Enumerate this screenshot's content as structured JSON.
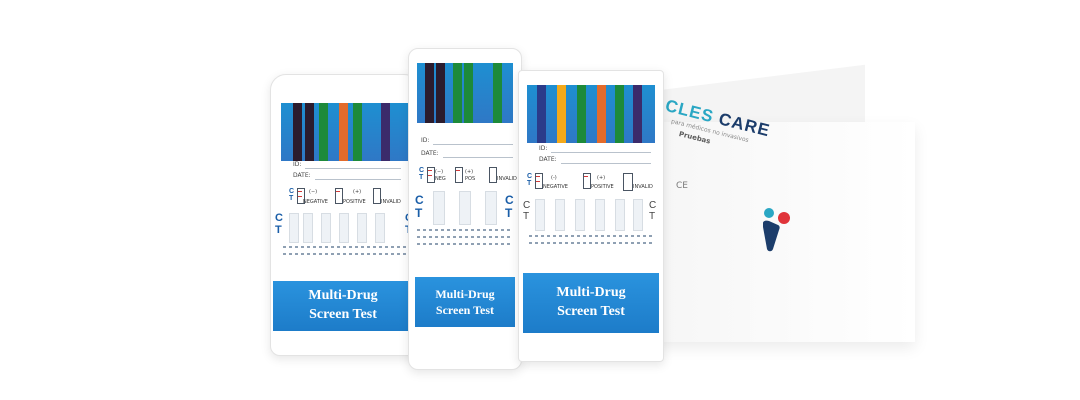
{
  "box": {
    "brand_part1": "CLES",
    "brand_part2": " CARE",
    "subline": "para médicos no invasivos",
    "bold_line": "Pruebas",
    "ce_mark": "CE"
  },
  "cups": [
    {
      "banner_line1": "Multi-Drug",
      "banner_line2": "Screen Test",
      "id_label": "ID:",
      "date_label": "DATE:",
      "negative": "NEGATIVE",
      "positive": "POSITIVE",
      "invalid": "INVALID",
      "neg_sign": "(−)",
      "pos_sign": "(+)",
      "c_label": "C",
      "t_label": "T"
    },
    {
      "banner_line1": "Multi-Drug",
      "banner_line2": "Screen Test",
      "id_label": "ID:",
      "date_label": "DATE:",
      "negative": "NEG",
      "positive": "POS",
      "invalid": "INVALID",
      "neg_sign": "(−)",
      "pos_sign": "(+)",
      "c_label": "C",
      "t_label": "T"
    },
    {
      "banner_line1": "Multi-Drug",
      "banner_line2": "Screen Test",
      "id_label": "ID:",
      "date_label": "DATE:",
      "negative": "NEGATIVE",
      "positive": "POSITIVE",
      "invalid": "INVALID",
      "neg_sign": "(-)",
      "pos_sign": "(+)",
      "c_label": "C",
      "t_label": "T"
    }
  ],
  "strip_colors": {
    "cup1": [
      "#2b1c2e",
      "#2b1c2e",
      "#1d8a3a",
      "#e36b2b",
      "#1d8a3a",
      "#3b2b6b"
    ],
    "cup2": [
      "#2b1c2e",
      "#2b1c2e",
      "#1d8a3a",
      "#1d8a3a"
    ],
    "cup3": [
      "#2b3b8a",
      "#f4a91a",
      "#1d8a3a",
      "#e36b2b",
      "#1d8a3a",
      "#3b2b6b"
    ]
  }
}
